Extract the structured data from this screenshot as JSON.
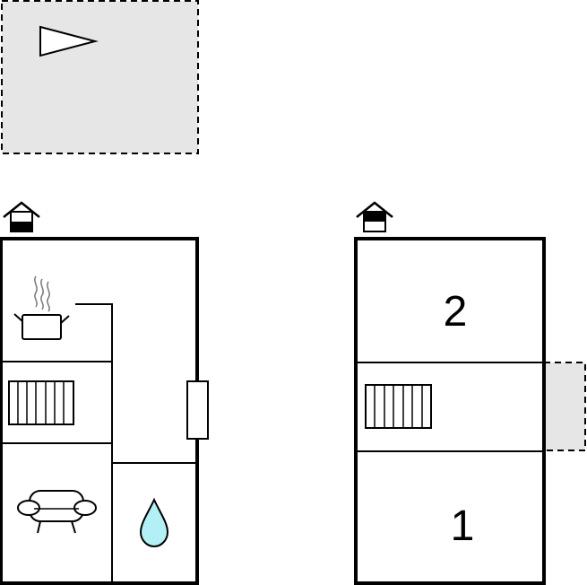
{
  "floors": [
    {
      "level_icon": "house-ground-floor-icon",
      "rooms": [
        {
          "icon": "kitchen-pot-icon"
        },
        {
          "icon": "radiator-heater-icon"
        },
        {
          "icon": "sofa-living-room-icon"
        },
        {
          "icon": "water-drop-bathroom-icon"
        }
      ]
    },
    {
      "level_icon": "house-upper-floor-icon",
      "rooms": [
        {
          "label": "2"
        },
        {
          "icon": "radiator-heater-icon"
        },
        {
          "label": "1"
        }
      ]
    }
  ],
  "outdoor": [
    {
      "icon": "terrace-area",
      "color": "#e6e6e6"
    },
    {
      "icon": "compass-north-arrow-icon"
    },
    {
      "icon": "balcony-area",
      "color": "#e6e6e6"
    }
  ],
  "colors": {
    "wall": "#000000",
    "outdoor_fill": "#e6e6e6",
    "water": "#b3f0f5"
  }
}
